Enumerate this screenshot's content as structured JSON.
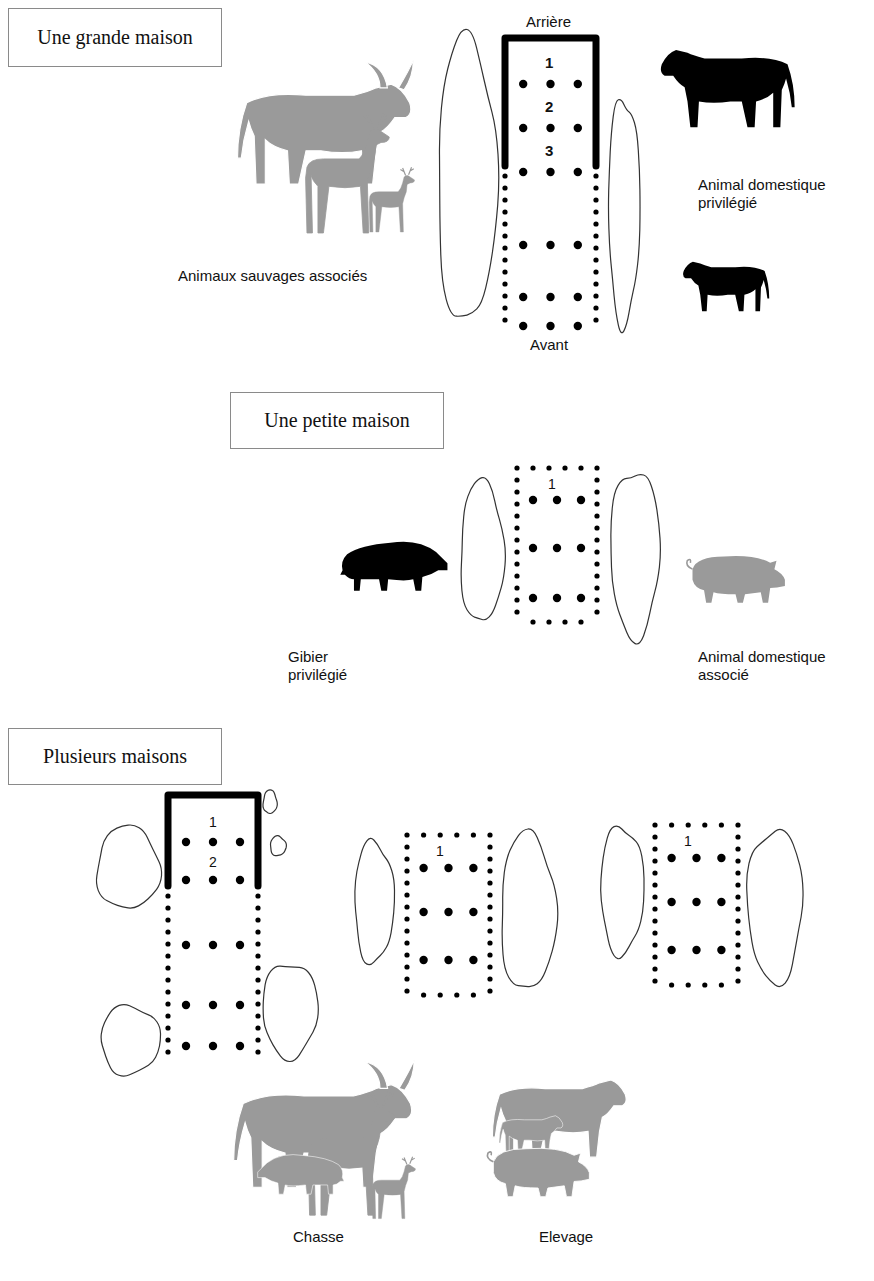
{
  "diagram": {
    "nodes": [
      {
        "text": [
          "Une grande maison"
        ]
      },
      {
        "text": [
          "Une petite maison"
        ]
      },
      {
        "text": [
          "Plusieurs maisons"
        ]
      }
    ],
    "labels": [
      "Arrière",
      "1",
      "2",
      "3",
      "Animal domestique privilégié",
      "Animaux sauvages associés",
      "Avant",
      "1",
      "Gibier privilégié",
      "Animal domestique associé",
      "1",
      "2",
      "1",
      "1",
      "Chasse",
      "Elevage"
    ]
  }
}
